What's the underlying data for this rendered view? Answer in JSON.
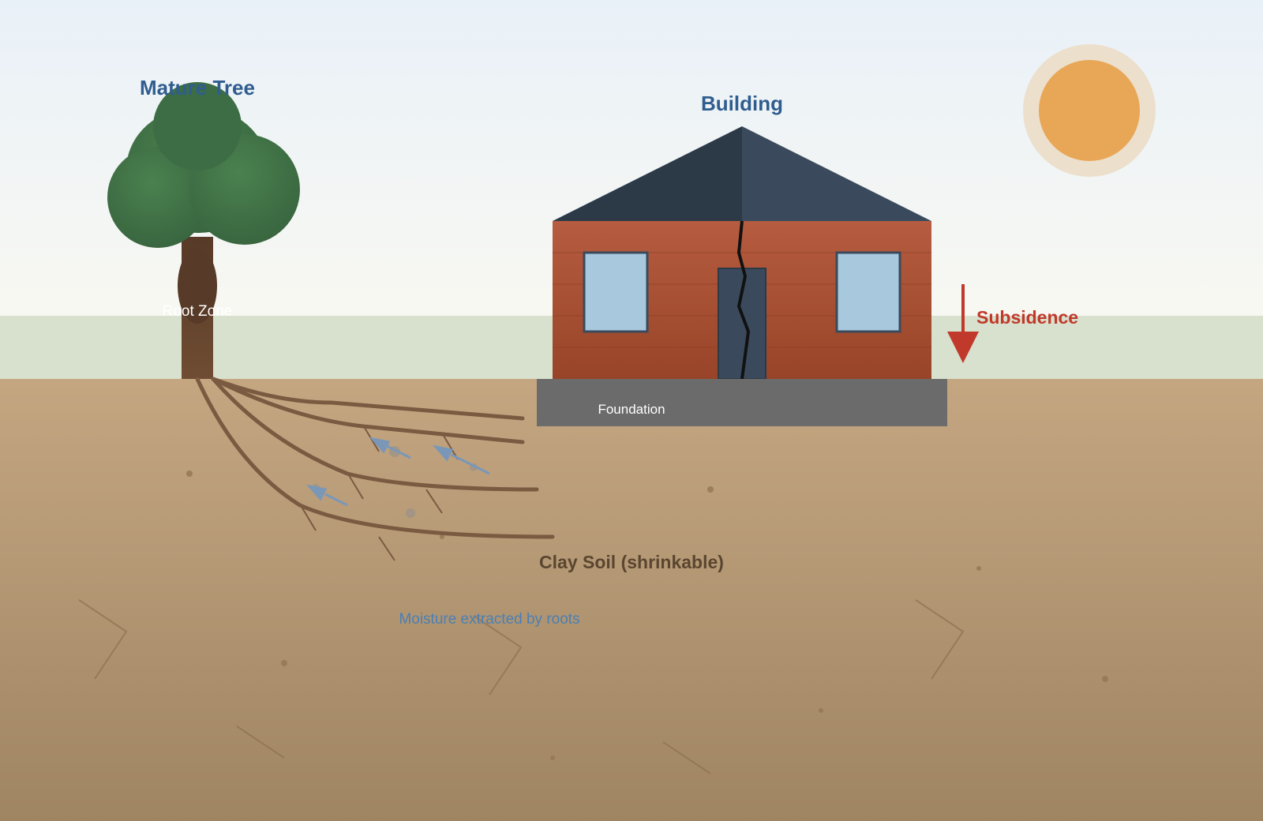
{
  "labels": {
    "tree": "Mature Tree",
    "building": "Building",
    "root_zone": "Root Zone",
    "subsidence": "Subsidence",
    "foundation": "Foundation",
    "soil": "Clay Soil (shrinkable)",
    "moisture": "Moisture extracted by roots"
  },
  "colors": {
    "label_blue": "#2f5d8f",
    "subsidence_red": "#c0392b",
    "soil_label": "#5a4630",
    "moisture_blue": "#4a7fb5",
    "roof_dark": "#2c3a47",
    "roof_light": "#3a4a5c",
    "wall": "#b05a3f",
    "window": "#a8c8de",
    "foundation": "#6b6b6b",
    "foliage": "#3f7446",
    "trunk": "#5a3d2b",
    "root": "#7a5a40",
    "sun": "#e8a757",
    "sun_halo": "#ecdfcc"
  },
  "icons": {
    "subsidence_arrow": "arrow-down-icon",
    "moisture_arrows": "arrow-left-icon",
    "sun": "sun-icon",
    "crack": "crack-icon"
  }
}
